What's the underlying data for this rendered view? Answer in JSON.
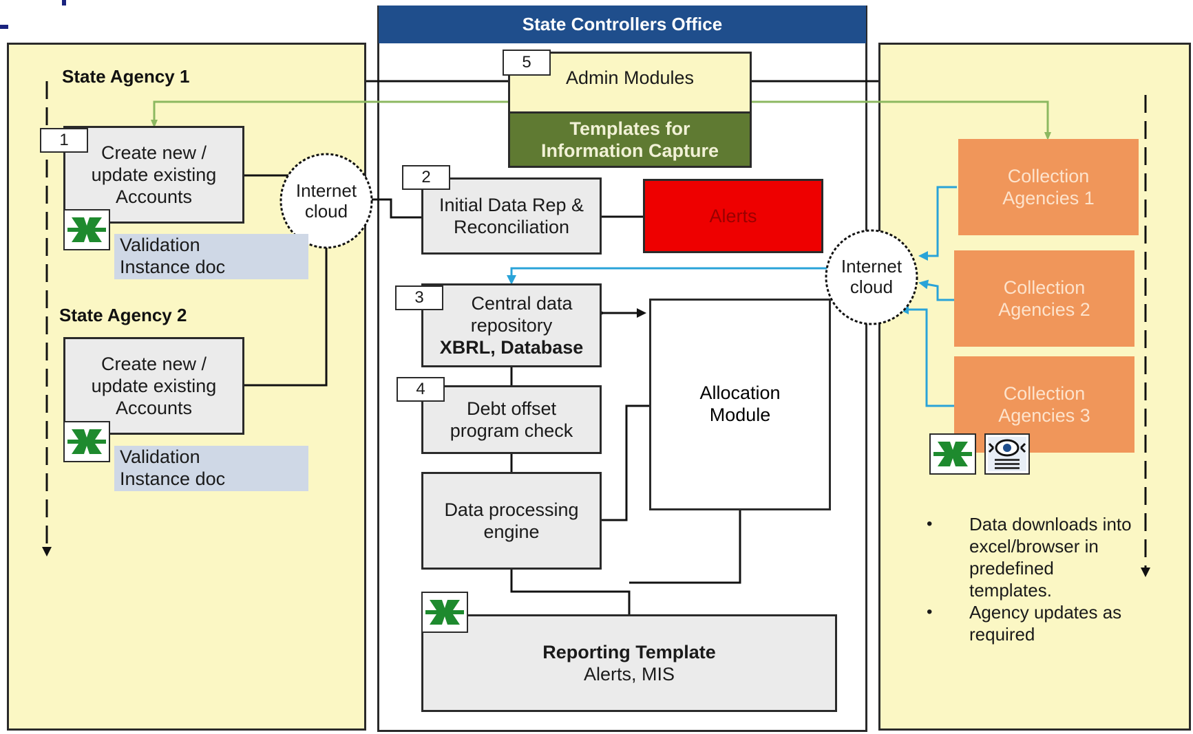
{
  "header": {
    "title": "State Controllers Office"
  },
  "left": {
    "agency1": {
      "title": "State Agency 1",
      "step_number": "1",
      "box_text": [
        "Create new /",
        "update existing",
        "Accounts"
      ],
      "validation": [
        "Validation",
        "Instance doc"
      ]
    },
    "agency2": {
      "title": "State Agency 2",
      "box_text": [
        "Create new /",
        "update existing",
        "Accounts"
      ],
      "validation": [
        "Validation",
        "Instance doc"
      ]
    },
    "cloud": [
      "Internet",
      "cloud"
    ]
  },
  "center": {
    "admin": {
      "number": "5",
      "label": "Admin Modules"
    },
    "templates": [
      "Templates for",
      "Information Capture"
    ],
    "initial": {
      "number": "2",
      "text": [
        "Initial Data Rep &",
        "Reconciliation"
      ]
    },
    "alerts": {
      "label": "Alerts",
      "color": "#ee0000"
    },
    "central": {
      "number": "3",
      "text": [
        "Central data",
        "repository"
      ],
      "bold_text": "XBRL, Database"
    },
    "debt": {
      "number": "4",
      "text": [
        "Debt offset",
        "program check"
      ]
    },
    "processing": {
      "text": [
        "Data processing",
        "engine"
      ]
    },
    "allocation": {
      "text": [
        "Allocation",
        "Module"
      ]
    },
    "reporting": {
      "title": "Reporting Template",
      "subtitle": "Alerts, MIS"
    }
  },
  "right": {
    "cloud": [
      "Internet",
      "cloud"
    ],
    "agencies": [
      [
        "Collection",
        "Agencies 1"
      ],
      [
        "Collection",
        "Agencies 2"
      ],
      [
        "Collection",
        "Agencies 3"
      ]
    ],
    "notes": [
      "Data downloads into excel/browser in predefined templates.",
      "Agency updates as required"
    ]
  },
  "icons": {
    "excel": "excel-icon",
    "browser": "browser-icon"
  },
  "colors": {
    "header_bg": "#1f4e8c",
    "panel_bg": "#fbf7c4",
    "templates_bg": "#5f7a32",
    "collection_bg": "#f0965a",
    "arrow_green": "#8cb860",
    "arrow_blue": "#29a3d8"
  }
}
